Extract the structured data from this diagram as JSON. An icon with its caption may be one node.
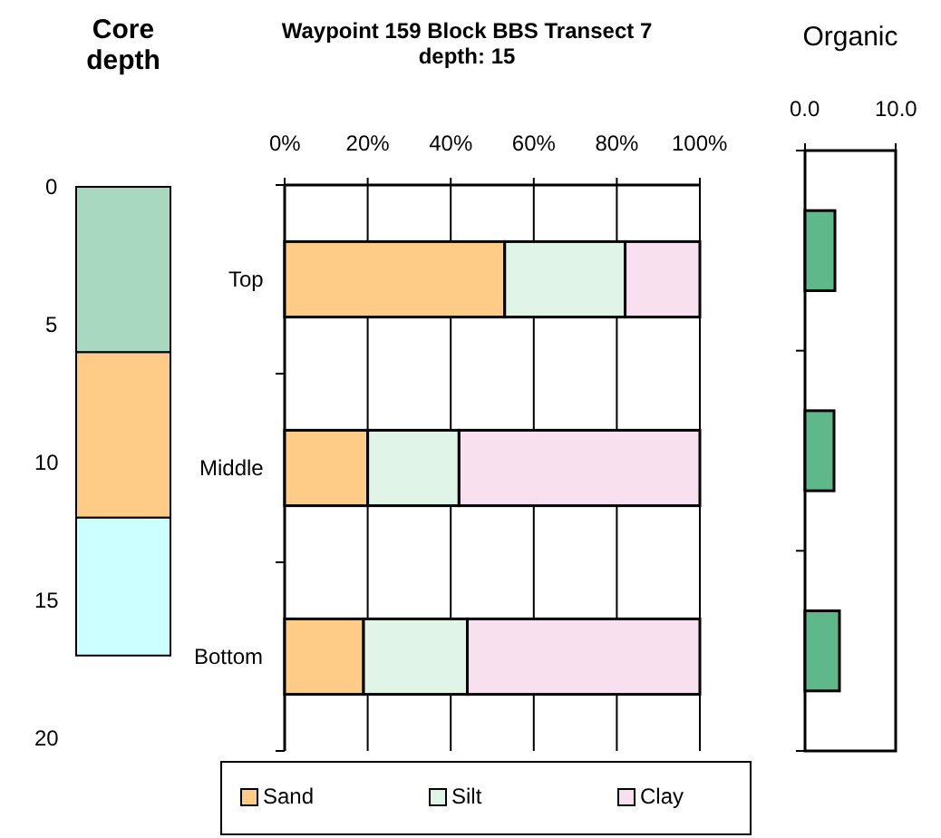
{
  "diagram": {
    "chart_data": [
      {
        "type": "bar",
        "title": "Core depth",
        "stacked": true,
        "orientation": "vertical",
        "categories": [
          null
        ],
        "ylim": [
          20,
          0
        ],
        "yticks": [
          0,
          5,
          10,
          15,
          20
        ],
        "series": [
          {
            "color": "#a8d8c0",
            "values": [
              6
            ]
          },
          {
            "color": "#ffcc88",
            "values": [
              6
            ]
          },
          {
            "color": "#ccffff",
            "values": [
              5
            ]
          }
        ]
      },
      {
        "type": "bar",
        "title": "Waypoint 159 Block BBS Transect 7 depth: 15",
        "stacked": true,
        "orientation": "horizontal",
        "grid": true,
        "categories": [
          "Top",
          "Middle",
          "Bottom"
        ],
        "xlim": [
          0,
          100
        ],
        "xticks": [
          {
            "value": 0,
            "label": "0%"
          },
          {
            "value": 20,
            "label": "20%"
          },
          {
            "value": 40,
            "label": "40%"
          },
          {
            "value": 60,
            "label": "60%"
          },
          {
            "value": 80,
            "label": "80%"
          },
          {
            "value": 100,
            "label": "100%"
          }
        ],
        "series": [
          {
            "color": "#ffcc88",
            "values": [
              53,
              20,
              19
            ]
          },
          {
            "color": "#e0f4e8",
            "values": [
              29,
              22,
              25
            ]
          },
          {
            "color": "#f8e0ee",
            "values": [
              18,
              58,
              56
            ]
          }
        ]
      },
      {
        "type": "bar",
        "title": "Organic",
        "orientation": "horizontal",
        "categories": [
          null,
          null,
          null
        ],
        "xlim": [
          0,
          10
        ],
        "xticks": [
          {
            "value": 0,
            "label": "0.0"
          },
          {
            "value": 10,
            "label": "10.0"
          }
        ],
        "series": [
          {
            "color": "#5fb88a",
            "values": [
              3.3,
              3.2,
              3.8
            ]
          }
        ]
      }
    ],
    "legend": [
      {
        "text": "Sand",
        "color": "#ffcc88"
      },
      {
        "text": "Silt",
        "color": "#e0f4e8"
      },
      {
        "text": "Clay",
        "color": "#f8e0ee"
      }
    ]
  }
}
